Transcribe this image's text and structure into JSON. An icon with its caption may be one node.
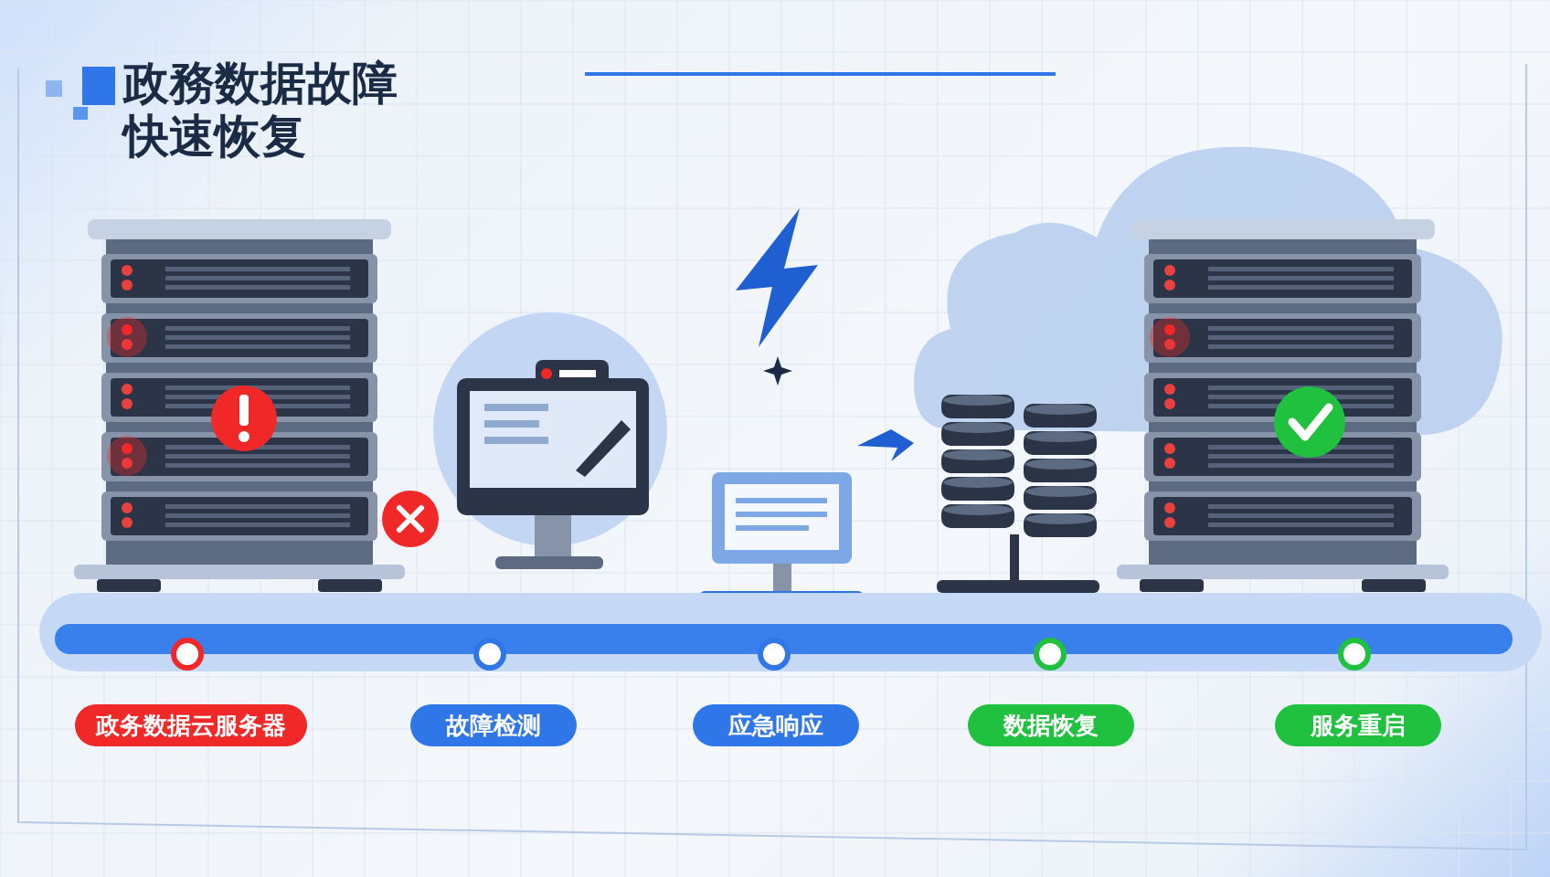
{
  "diagram": {
    "title": "政務数据故障快速恢复",
    "nodes": [
      {
        "text": [
          "政务数据云服务器"
        ]
      },
      {
        "text": [
          "故障检测"
        ]
      },
      {
        "text": [
          "应急响应"
        ]
      },
      {
        "text": [
          "数据恢复"
        ]
      },
      {
        "text": [
          "服务重启"
        ]
      }
    ]
  }
}
